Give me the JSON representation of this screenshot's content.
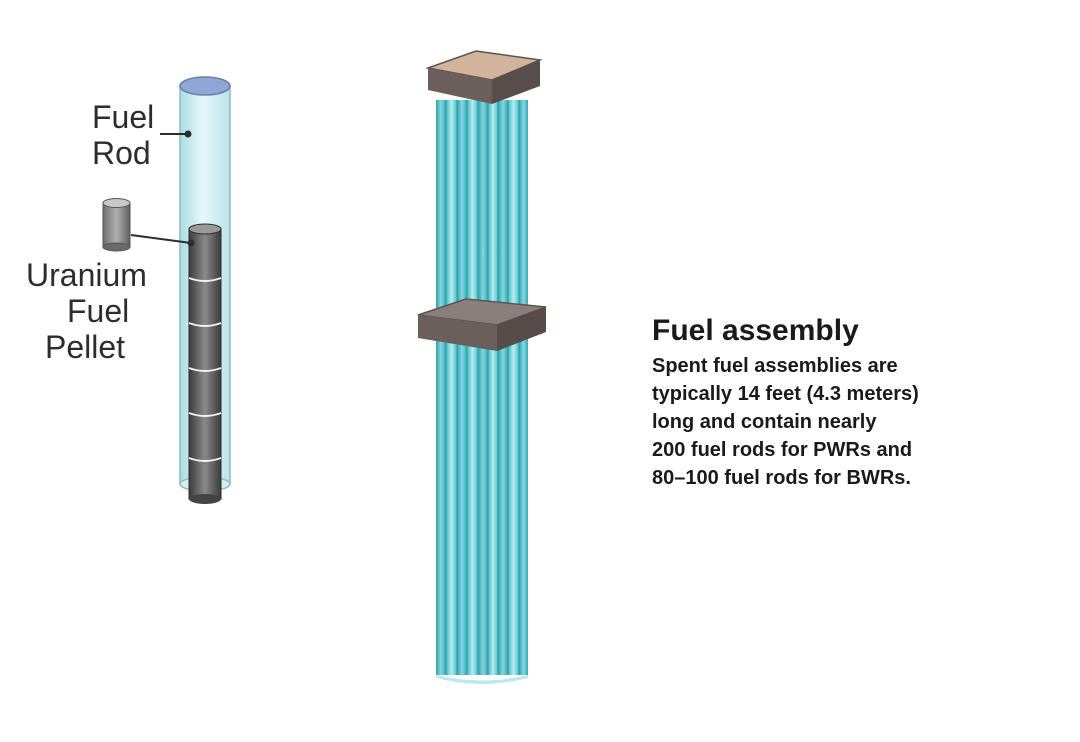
{
  "labels": {
    "fuel_rod": [
      "Fuel",
      "Rod"
    ],
    "pellet": [
      "Uranium",
      "Fuel",
      "Pellet"
    ]
  },
  "caption": {
    "title": "Fuel assembly",
    "lines": [
      "Spent fuel assemblies are",
      "typically 14 feet (4.3 meters)",
      "long and contain nearly",
      "200 fuel rods for PWRs and",
      "80–100 fuel rods for BWRs."
    ]
  },
  "colors": {
    "rod_fill": "#c9ecf0",
    "rod_cap": "#8fa6d6",
    "pellet": "#5a5a5a",
    "assembly_teal": "#4fc7cf",
    "assembly_grid": "#6b5f5c",
    "assembly_top": "#d2b49c"
  }
}
